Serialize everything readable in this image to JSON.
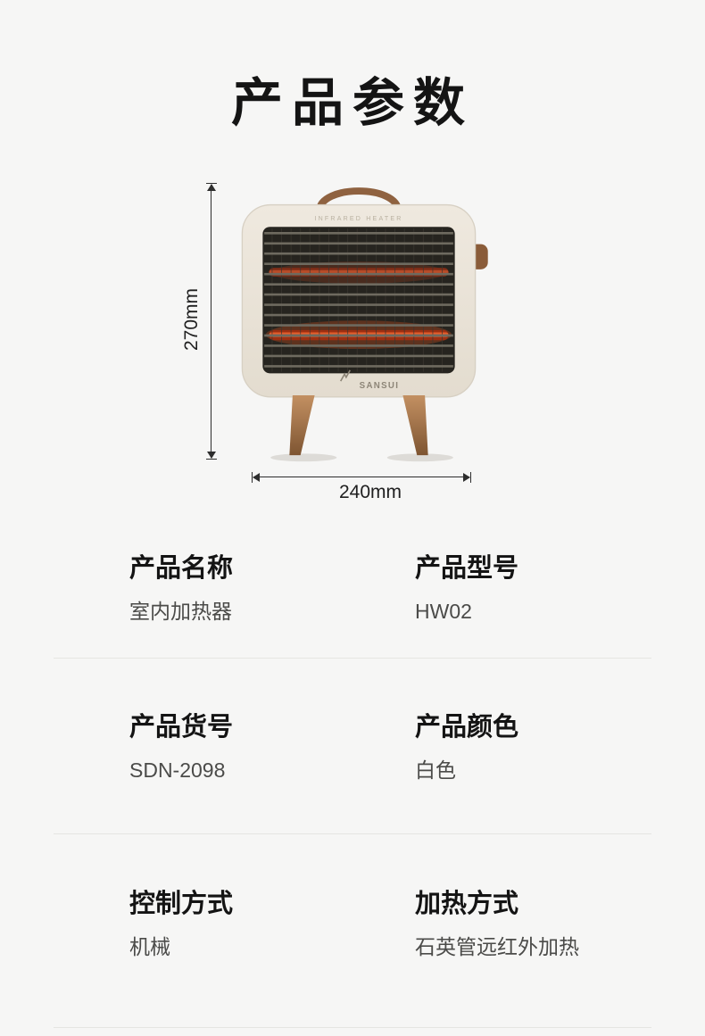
{
  "page": {
    "title": "产品参数"
  },
  "figure": {
    "brand": "SANSUI",
    "top_label": "INFRARED HEATER",
    "height_label": "270mm",
    "width_label": "240mm"
  },
  "specs": [
    {
      "left": {
        "label": "产品名称",
        "value": "室内加热器"
      },
      "right": {
        "label": "产品型号",
        "value": "HW02"
      }
    },
    {
      "left": {
        "label": "产品货号",
        "value": "SDN-2098"
      },
      "right": {
        "label": "产品颜色",
        "value": "白色"
      }
    },
    {
      "left": {
        "label": "控制方式",
        "value": "机械"
      },
      "right": {
        "label": "加热方式",
        "value": "石英管远红外加热"
      }
    }
  ],
  "colors": {
    "background": "#f6f6f5",
    "heading_text": "#141414",
    "value_text": "#4b4b49",
    "divider": "#e5e5e2",
    "dimension_line": "#2e2e2e",
    "heater_body": "#ebe5da",
    "heater_copper": "#a06a43",
    "heater_glow": "#d44a26"
  }
}
